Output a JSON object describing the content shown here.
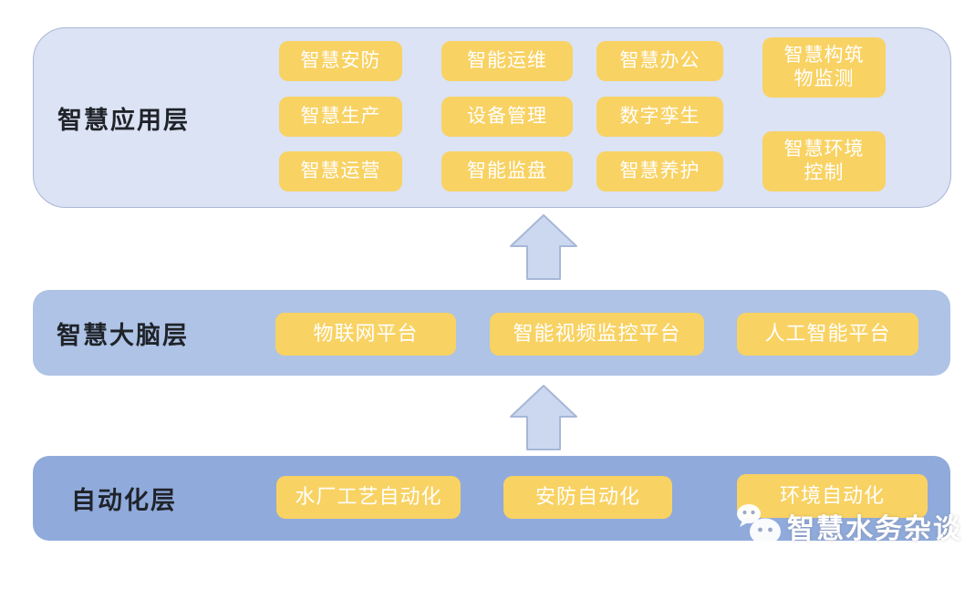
{
  "colors": {
    "app-panel-bg": "#dbe3f4",
    "app-panel-border": "#aab6d3",
    "brain-panel-bg": "#aec3e5",
    "auto-panel-bg": "#90aadb",
    "box-bg": "#f8d263",
    "box-text": "#ffffff",
    "layer-label-text": "#1f2329",
    "arrow-fill": "#ccd8ef",
    "arrow-border": "#a6b7d7",
    "watermark-text": "#ffffff"
  },
  "layers": [
    {
      "label": "智慧应用层",
      "boxes": [
        "智慧安防",
        "智慧生产",
        "智慧运营",
        "智能运维",
        "设备管理",
        "智能监盘",
        "智慧办公",
        "数字孪生",
        "智慧养护",
        "智慧构筑\n物监测",
        "智慧环境\n控制"
      ]
    },
    {
      "label": "智慧大脑层",
      "boxes": [
        "物联网平台",
        "智能视频监控平台",
        "人工智能平台"
      ]
    },
    {
      "label": "自动化层",
      "boxes": [
        "水厂工艺自动化",
        "安防自动化",
        "环境自动化"
      ]
    }
  ],
  "watermark": {
    "label": "智慧水务杂谈"
  }
}
